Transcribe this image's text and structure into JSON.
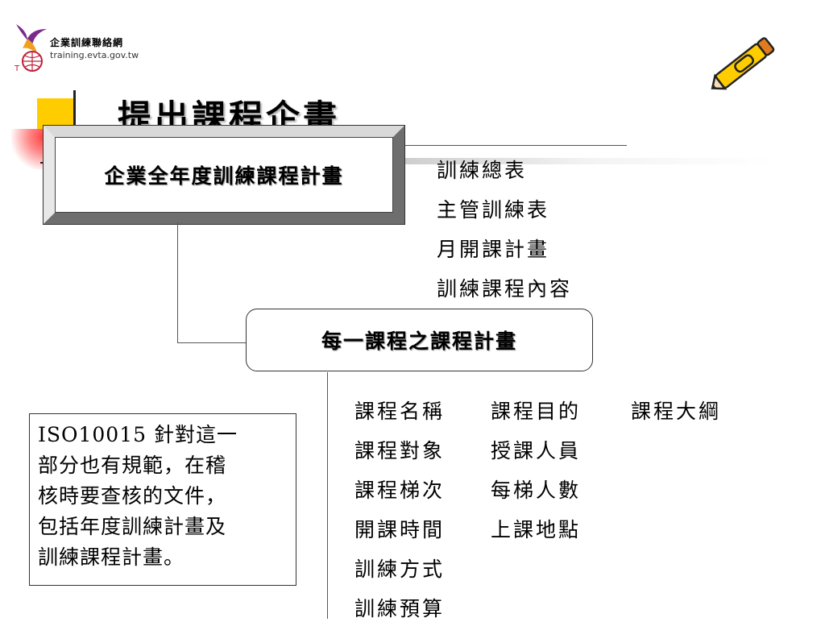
{
  "logo": {
    "org_name": "企業訓練聯絡網",
    "url_text": "training.evta.gov.tw"
  },
  "title": "提出課程企畫",
  "annual_plan_box": "企業全年度訓練課程計畫",
  "annual_plan_items": [
    "訓練總表",
    "主管訓練表",
    "月開課計畫",
    "訓練課程內容"
  ],
  "course_plan_box": "每一課程之課程計畫",
  "course_plan_items": [
    [
      "課程名稱",
      "課程目的",
      "課程大綱"
    ],
    [
      "課程對象",
      "授課人員",
      ""
    ],
    [
      "課程梯次",
      "每梯人數",
      ""
    ],
    [
      "開課時間",
      "上課地點",
      ""
    ],
    [
      "訓練方式",
      "",
      ""
    ],
    [
      "訓練預算",
      "",
      ""
    ]
  ],
  "iso_note_lines": [
    "ISO10015 針對這一",
    "部分也有規範，在稽",
    "核時要查核的文件，",
    "包括年度訓練計畫及",
    "訓練課程計畫。"
  ],
  "colors": {
    "accent_yellow": "#ffcc00",
    "accent_red": "#ff3b3b",
    "pencil_body": "#ffcc00"
  },
  "icons": [
    "bird-globe-logo-icon",
    "pencil-icon"
  ]
}
